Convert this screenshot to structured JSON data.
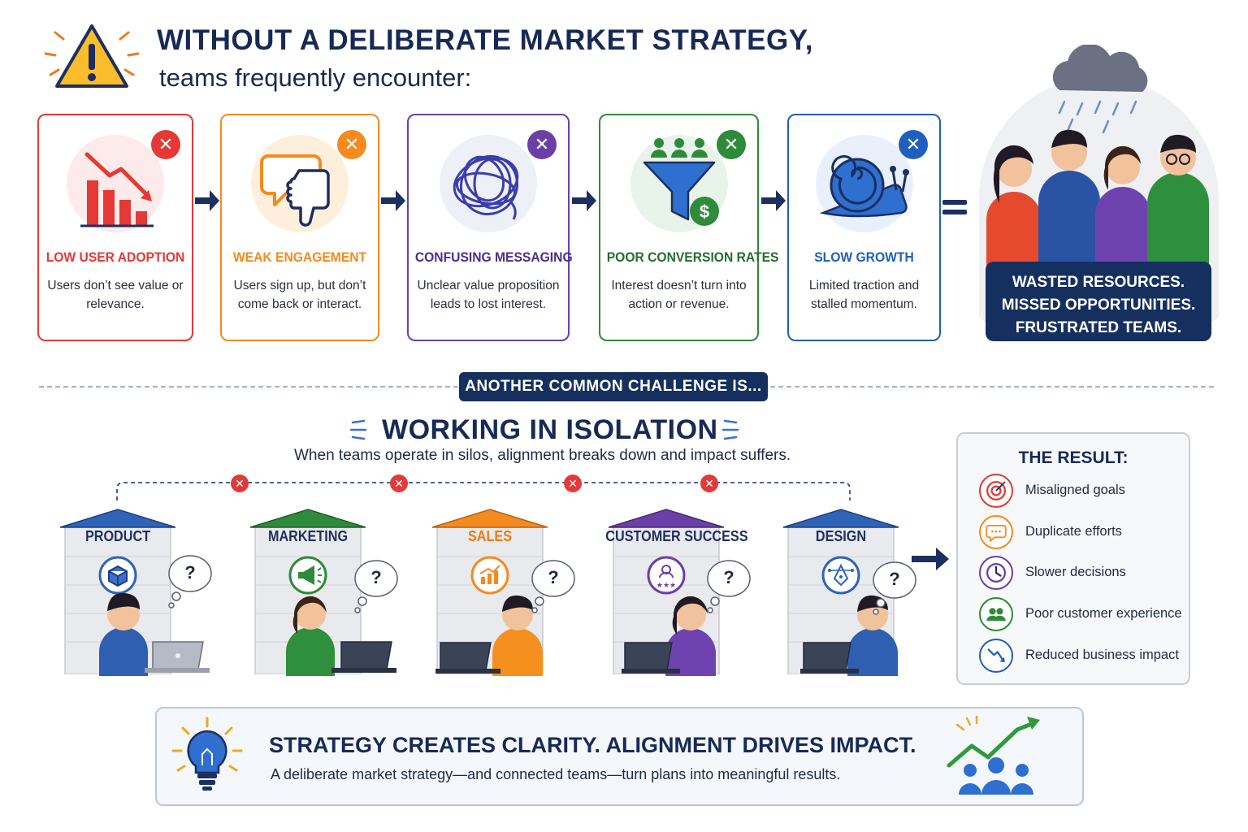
{
  "header": {
    "title": "WITHOUT A DELIBERATE MARKET STRATEGY,",
    "subtitle": "teams frequently encounter:"
  },
  "problems": [
    {
      "title": "LOW USER ADOPTION",
      "desc": "Users don’t see value or relevance.",
      "icon": "declining-bar-chart-icon",
      "color": "#e53935"
    },
    {
      "title": "WEAK ENGAGEMENT",
      "desc": "Users sign up, but don’t come back or interact.",
      "icon": "thumbs-down-chat-icon",
      "color": "#f58a1f"
    },
    {
      "title": "CONFUSING MESSAGING",
      "desc": "Unclear value proposition leads to lost interest.",
      "icon": "tangled-scribble-icon",
      "color": "#6b3fa8"
    },
    {
      "title": "POOR CONVERSION RATES",
      "desc": "Interest doesn’t turn into action or revenue.",
      "icon": "funnel-dollar-icon",
      "color": "#2e8b3a"
    },
    {
      "title": "SLOW GROWTH",
      "desc": "Limited traction and stalled momentum.",
      "icon": "snail-icon",
      "color": "#1f5fbf"
    }
  ],
  "outcome": {
    "lines": [
      "WASTED RESOURCES.",
      "MISSED OPPORTUNITIES.",
      "FRUSTRATED TEAMS."
    ]
  },
  "divider_label": "ANOTHER COMMON CHALLENGE IS...",
  "isolation": {
    "title": "WORKING IN ISOLATION",
    "subtitle": "When teams operate in silos, alignment breaks down and impact suffers.",
    "question_mark": "?",
    "break_mark": "✕",
    "silos": [
      {
        "label": "PRODUCT",
        "icon": "cube-icon",
        "color": "#2f63b8",
        "shirt": "#2f5fb0"
      },
      {
        "label": "MARKETING",
        "icon": "megaphone-icon",
        "color": "#2e8b3a",
        "shirt": "#2e8f3c"
      },
      {
        "label": "SALES",
        "icon": "growth-chart-icon",
        "color": "#f58a1f",
        "shirt": "#f5901f"
      },
      {
        "label": "CUSTOMER SUCCESS",
        "icon": "customer-rating-icon",
        "color": "#6b3fa8",
        "shirt": "#6e43b0"
      },
      {
        "label": "DESIGN",
        "icon": "pen-tool-icon",
        "color": "#2f63b8",
        "shirt": "#2f5fb0"
      }
    ]
  },
  "result": {
    "title": "THE RESULT:",
    "items": [
      {
        "label": "Misaligned goals",
        "icon": "target-icon",
        "color": "#e53935"
      },
      {
        "label": "Duplicate efforts",
        "icon": "chat-bubble-icon",
        "color": "#f58a1f"
      },
      {
        "label": "Slower decisions",
        "icon": "clock-icon",
        "color": "#6b3fa8"
      },
      {
        "label": "Poor customer experience",
        "icon": "people-icon",
        "color": "#2e8b3a"
      },
      {
        "label": "Reduced business impact",
        "icon": "down-trend-icon",
        "color": "#1f5fbf"
      }
    ]
  },
  "banner": {
    "title": "STRATEGY CREATES CLARITY. ALIGNMENT DRIVES IMPACT.",
    "subtitle": "A deliberate market strategy—and connected teams—turn plans into meaningful results."
  }
}
